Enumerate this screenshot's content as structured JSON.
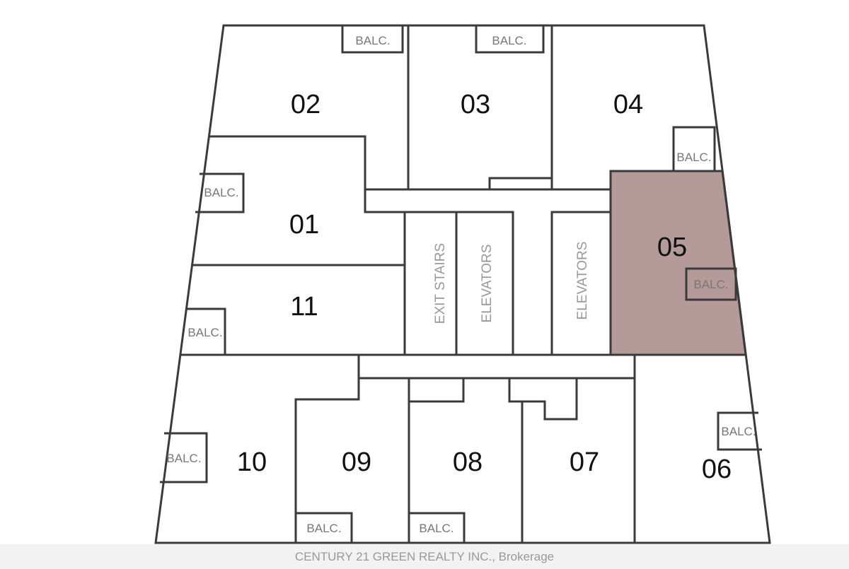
{
  "plan": {
    "units": [
      "01",
      "02",
      "03",
      "04",
      "05",
      "06",
      "07",
      "08",
      "09",
      "10",
      "11"
    ],
    "highlighted_unit": "05",
    "highlight_color": "#b59a9a",
    "balcony_label": "BALC.",
    "core": {
      "stairs": "EXIT STAIRS",
      "elevators": "ELEVATORS"
    }
  },
  "watermark": "CENTURY 21 GREEN REALTY INC., Brokerage"
}
